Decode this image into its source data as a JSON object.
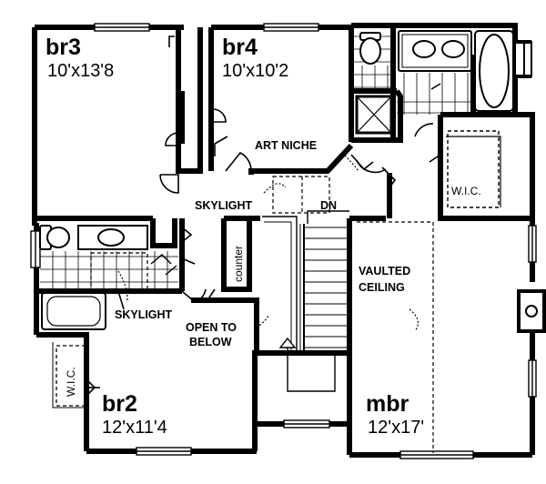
{
  "rooms": {
    "br3": {
      "name": "br3",
      "size": "10'x13'8"
    },
    "br4": {
      "name": "br4",
      "size": "10'x10'2"
    },
    "br2": {
      "name": "br2",
      "size": "12'x11'4"
    },
    "mbr": {
      "name": "mbr",
      "size": "12'x17'"
    }
  },
  "notes": {
    "art_niche": "ART NICHE",
    "skylight_top": "SKYLIGHT",
    "dn": "DN",
    "counter": "counter",
    "skylight_bath": "SKYLIGHT",
    "open_line1": "OPEN TO",
    "open_line2": "BELOW",
    "vaulted_line1": "VAULTED",
    "vaulted_line2": "CEILING",
    "wic_master": "W.I.C.",
    "wic_br2": "W.I.C."
  }
}
